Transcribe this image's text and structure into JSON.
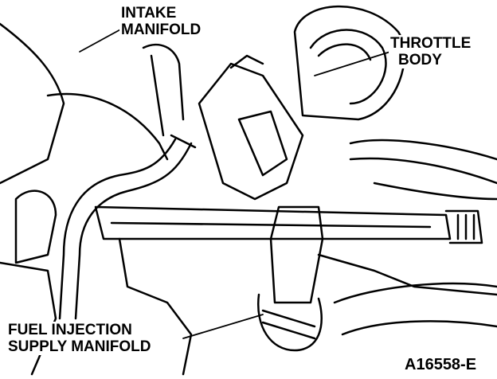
{
  "labels": {
    "intake_manifold": [
      "INTAKE",
      "MANIFOLD"
    ],
    "throttle_body": [
      "THROTTLE",
      "BODY"
    ],
    "fuel_injection_supply_manifold": [
      "FUEL INJECTION",
      "SUPPLY MANIFOLD"
    ]
  },
  "figure_id": "A16558-E",
  "colors": {
    "line": "#000000",
    "background": "#ffffff"
  }
}
